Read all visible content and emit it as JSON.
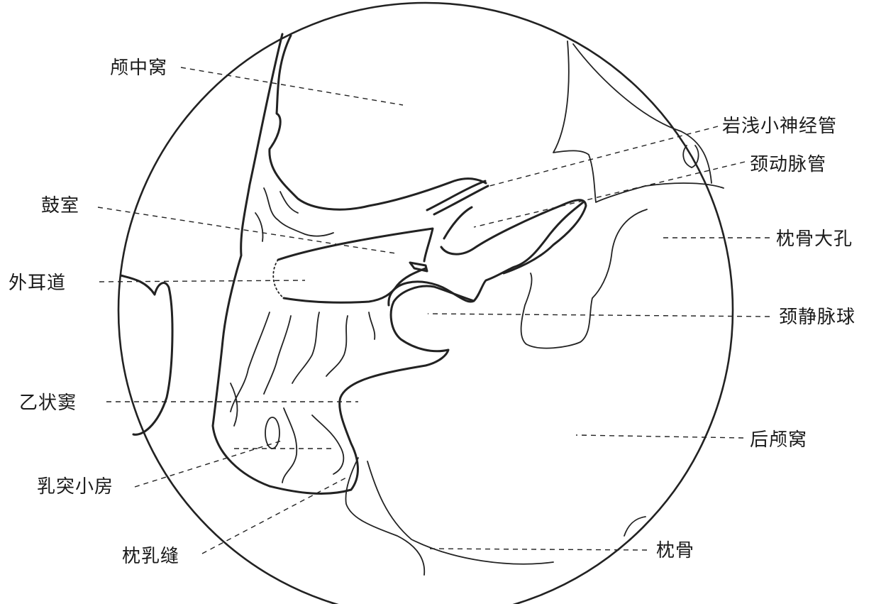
{
  "figure": {
    "labels": {
      "middle_cranial_fossa": "颅中窝",
      "lesser_petrosal_canal": "岩浅小神经管",
      "carotid_canal": "颈动脉管",
      "tympanic_cavity": "鼓室",
      "foramen_magnum": "枕骨大孔",
      "external_auditory_canal": "外耳道",
      "jugular_bulb": "颈静脉球",
      "sigmoid_sinus": "乙状窦",
      "posterior_cranial_fossa": "后颅窝",
      "mastoid_cells": "乳突小房",
      "occipitomastoid_suture": "枕乳缝",
      "occipital_bone": "枕骨"
    }
  }
}
